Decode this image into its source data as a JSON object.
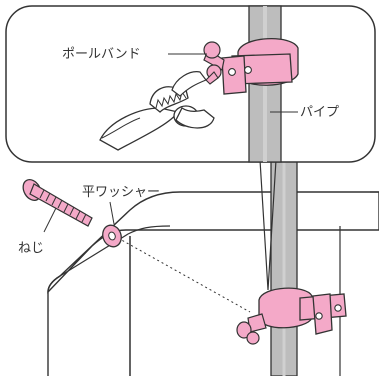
{
  "labels": {
    "pole_band": "ポールバンド",
    "pipe": "パイプ",
    "washer": "平ワッシャー",
    "screw": "ねじ"
  },
  "colors": {
    "pink": "#f4a9c8",
    "pink_dark": "#d780a5",
    "pipe_gray": "#bdbdbd",
    "pipe_dark": "#9d9d9d",
    "line": "#333333"
  }
}
